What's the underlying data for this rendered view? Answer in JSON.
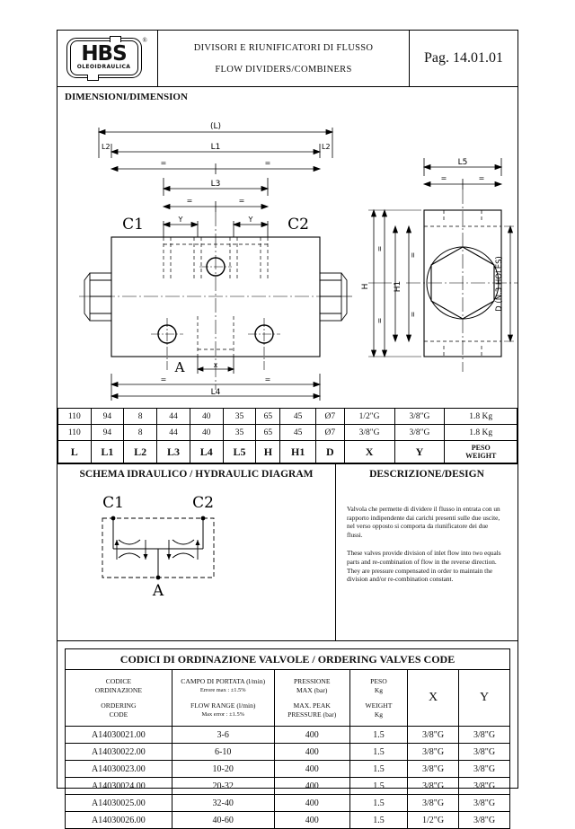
{
  "header": {
    "logo_text": "HBS",
    "logo_sub": "OLEOIDRAULICA",
    "logo_reg": "®",
    "title_it": "DIVISORI E RIUNIFICATORI DI FLUSSO",
    "title_en": "FLOW DIVIDERS/COMBINERS",
    "page_label": "Pag. 14.01.01"
  },
  "dimensions_section": {
    "title": "DIMENSIONI/DIMENSION",
    "labels": {
      "L_paren": "(L)",
      "L1": "L1",
      "L2": "L2",
      "L3": "L3",
      "L4": "L4",
      "L5": "L5",
      "H": "H",
      "H1": "H1",
      "X": "X",
      "Y": "Y",
      "x_small": "x",
      "eq": "=",
      "C1": "C1",
      "C2": "C2",
      "A": "A",
      "D_holes": "D (N.3 HOLES)"
    }
  },
  "dim_table": {
    "rows": [
      [
        "110",
        "94",
        "8",
        "44",
        "40",
        "35",
        "65",
        "45",
        "Ø7",
        "1/2\"G",
        "3/8\"G",
        "1.8 Kg"
      ],
      [
        "110",
        "94",
        "8",
        "44",
        "40",
        "35",
        "65",
        "45",
        "Ø7",
        "3/8\"G",
        "3/8\"G",
        "1.8 Kg"
      ]
    ],
    "headers": [
      "L",
      "L1",
      "L2",
      "L3",
      "L4",
      "L5",
      "H",
      "H1",
      "D",
      "X",
      "Y"
    ],
    "weight_header_it": "PESO",
    "weight_header_en": "WEIGHT"
  },
  "schema": {
    "title": "SCHEMA IDRAULICO / HYDRAULIC DIAGRAM",
    "port_c1": "C1",
    "port_c2": "C2",
    "port_a": "A"
  },
  "description": {
    "title": "DESCRIZIONE/DESIGN",
    "paragraph_it": "Valvola  che permette di dividere il flusso in entrata con un rapporto indipendente dai carichi presenti sulle due uscite, nel verso opposto si comporta da riunificatore dei due flussi.",
    "paragraph_en": "These valves provide division of inlet flow into two equals parts and re-combination of flow in the reverse direction. They are pressure compensated in order to maintain the division and/or re-combination constant."
  },
  "ordering": {
    "title": "CODICI DI ORDINAZIONE VALVOLE / ORDERING VALVES CODE",
    "headers": {
      "code_it1": "CODICE",
      "code_it2": "ORDINAZIONE",
      "code_en1": "ORDERING",
      "code_en2": "CODE",
      "flow_it1": "CAMPO DI PORTATA (l/min)",
      "flow_it2": "Errore max : ±1.5%",
      "flow_en1": "FLOW RANGE (l/min)",
      "flow_en2": "Max error : ±1.5%",
      "press_it1": "PRESSIONE",
      "press_it2": "MAX (bar)",
      "press_en1": "MAX. PEAK",
      "press_en2": "PRESSURE (bar)",
      "weight_it1": "PESO",
      "weight_it2": "Kg",
      "weight_en1": "WEIGHT",
      "weight_en2": "Kg",
      "x": "X",
      "y": "Y"
    },
    "rows": [
      {
        "code": "A14030021.00",
        "flow": "3-6",
        "pressure": "400",
        "weight": "1.5",
        "x": "3/8\"G",
        "y": "3/8\"G"
      },
      {
        "code": "A14030022.00",
        "flow": "6-10",
        "pressure": "400",
        "weight": "1.5",
        "x": "3/8\"G",
        "y": "3/8\"G"
      },
      {
        "code": "A14030023.00",
        "flow": "10-20",
        "pressure": "400",
        "weight": "1.5",
        "x": "3/8\"G",
        "y": "3/8\"G"
      },
      {
        "code": "A14030024.00",
        "flow": "20-32",
        "pressure": "400",
        "weight": "1.5",
        "x": "3/8\"G",
        "y": "3/8\"G"
      },
      {
        "code": "A14030025.00",
        "flow": "32-40",
        "pressure": "400",
        "weight": "1.5",
        "x": "3/8\"G",
        "y": "3/8\"G"
      },
      {
        "code": "A14030026.00",
        "flow": "40-60",
        "pressure": "400",
        "weight": "1.5",
        "x": "1/2\"G",
        "y": "3/8\"G"
      }
    ]
  }
}
